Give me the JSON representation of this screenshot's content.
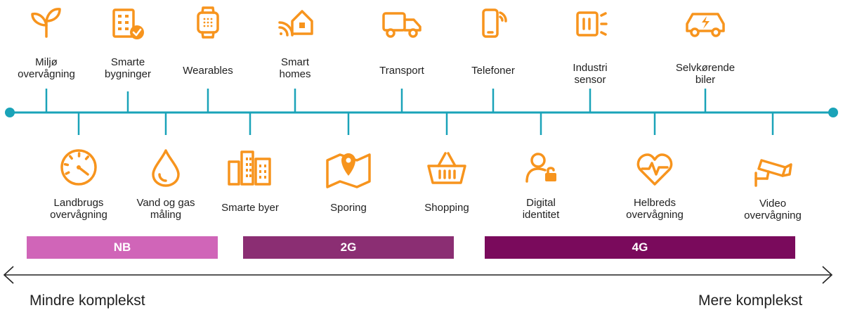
{
  "colors": {
    "icon": "#F7941D",
    "timeline": "#1AA3B8",
    "nb": "#D065B8",
    "g2": "#8B2E73",
    "g4": "#7A0A5C",
    "arrow": "#222222"
  },
  "top_items": [
    {
      "label": "Miljø\novervågning",
      "icon": "sprout-icon"
    },
    {
      "label": "Smarte\nbygninger",
      "icon": "building-check-icon"
    },
    {
      "label": "Wearables",
      "icon": "smartwatch-icon"
    },
    {
      "label": "Smart\nhomes",
      "icon": "smart-home-icon"
    },
    {
      "label": "Transport",
      "icon": "truck-icon"
    },
    {
      "label": "Telefoner",
      "icon": "phone-signal-icon"
    },
    {
      "label": "Industri\nsensor",
      "icon": "industrial-sensor-icon"
    },
    {
      "label": "Selvkørende\nbiler",
      "icon": "electric-car-icon"
    }
  ],
  "bottom_items": [
    {
      "label": "Landbrugs\novervågning",
      "icon": "gauge-icon"
    },
    {
      "label": "Vand og gas\nmåling",
      "icon": "water-drop-icon"
    },
    {
      "label": "Smarte byer",
      "icon": "city-buildings-icon"
    },
    {
      "label": "Sporing",
      "icon": "map-pin-icon"
    },
    {
      "label": "Shopping",
      "icon": "shopping-basket-icon"
    },
    {
      "label": "Digital\nidentitet",
      "icon": "user-lock-icon"
    },
    {
      "label": "Helbreds\novervågning",
      "icon": "heart-pulse-icon"
    },
    {
      "label": "Video\novervågning",
      "icon": "security-camera-icon"
    }
  ],
  "bands": [
    {
      "label": "NB",
      "color": "#D065B8"
    },
    {
      "label": "2G",
      "color": "#8B2E73"
    },
    {
      "label": "4G",
      "color": "#7A0A5C"
    }
  ],
  "axis": {
    "left_label": "Mindre komplekst",
    "right_label": "Mere komplekst"
  }
}
